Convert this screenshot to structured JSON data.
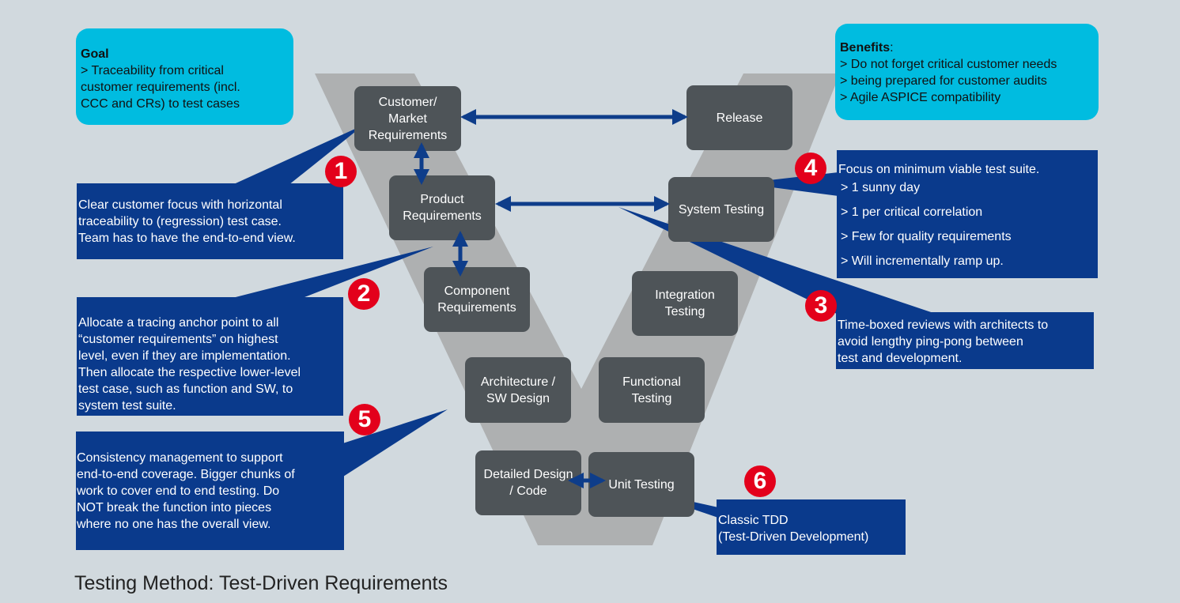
{
  "colors": {
    "background": "#d1d9de",
    "v_shape": "#aeb0b1",
    "stage_box": "#4e5458",
    "callout_box": "#0a3a8c",
    "info_box": "#00bce0",
    "badge": "#e3001b",
    "arrow": "#0e3d8a"
  },
  "goal": {
    "title": "Goal",
    "lines": [
      "> Traceability from critical",
      "customer requirements (incl.",
      "CCC and CRs) to test cases"
    ]
  },
  "benefits": {
    "title": "Benefits",
    "title_suffix": ":",
    "lines": [
      "> Do not forget critical customer needs",
      "> being prepared for customer audits",
      "> Agile ASPICE compatibility"
    ]
  },
  "stages": {
    "customer": [
      "Customer/",
      "Market",
      "Requirements"
    ],
    "product": [
      "Product",
      "Requirements"
    ],
    "component": [
      "Component",
      "Requirements"
    ],
    "architecture": [
      "Architecture /",
      "SW Design"
    ],
    "detailed": [
      "Detailed Design",
      "/ Code"
    ],
    "release": [
      "Release"
    ],
    "system": [
      "System Testing"
    ],
    "integration": [
      "Integration",
      "Testing"
    ],
    "functional": [
      "Functional",
      "Testing"
    ],
    "unit": [
      "Unit Testing"
    ]
  },
  "callouts": {
    "c1": [
      "Clear customer focus with horizontal",
      "traceability to (regression) test case.",
      "Team has to have the end-to-end view."
    ],
    "c2": [
      "Allocate a tracing anchor point to all",
      "“customer requirements” on   highest",
      "level, even   if they are implementation.",
      "Then allocate   the respective lower-level",
      "test case, such   as function and SW, to",
      "system test suite."
    ],
    "c5": [
      "Consistency management to support",
      "end-to-end coverage. Bigger chunks of",
      "work to   cover end to end testing. Do",
      "NOT break the   function into pieces",
      "where no one has the   overall view."
    ],
    "c4": [
      "Focus on minimum viable test suite.",
      "> 1 sunny day",
      "> 1 per critical correlation",
      "> Few for quality requirements",
      "> Will incrementally ramp up."
    ],
    "c3": [
      "Time-boxed reviews with architects to",
      "avoid lengthy ping-pong between",
      "test and development."
    ],
    "c6": [
      "Classic TDD",
      "(Test-Driven Development)"
    ]
  },
  "badges": {
    "b1": "1",
    "b2": "2",
    "b3": "3",
    "b4": "4",
    "b5": "5",
    "b6": "6"
  },
  "caption": "Testing Method: Test-Driven Requirements"
}
